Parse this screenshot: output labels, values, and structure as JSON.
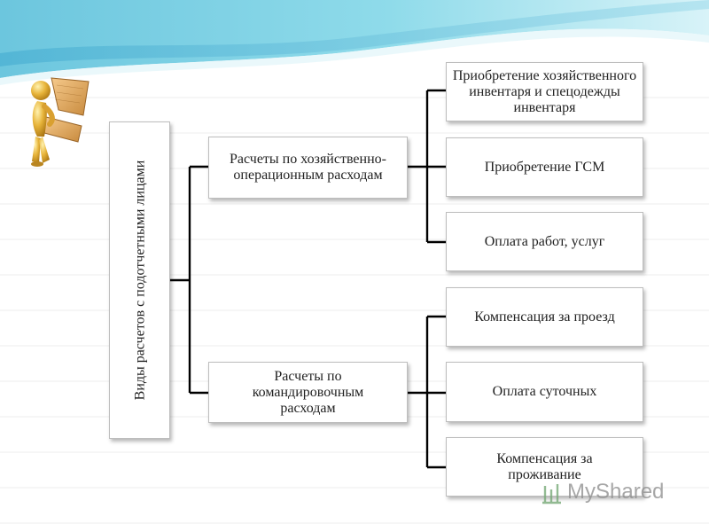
{
  "diagram": {
    "root": "Виды расчетов с подотчетными лицами",
    "branches": [
      {
        "label": "Расчеты по хозяйственно-операционным расходам",
        "children": [
          "Приобретение хозяйственного инвентаря и спецодежды инвентаря",
          "Приобретение ГСМ",
          "Оплата работ, услуг"
        ]
      },
      {
        "label": "Расчеты по командировочным расходам",
        "children": [
          "Компенсация за проезд",
          "Оплата суточных",
          "Компенсация за проживание"
        ]
      }
    ]
  },
  "watermark": "MyShared",
  "colors": {
    "banner": "#7fd3e8",
    "banner_light": "#c9eef6",
    "connector": "#000000",
    "box_border": "#bdbdbd"
  }
}
